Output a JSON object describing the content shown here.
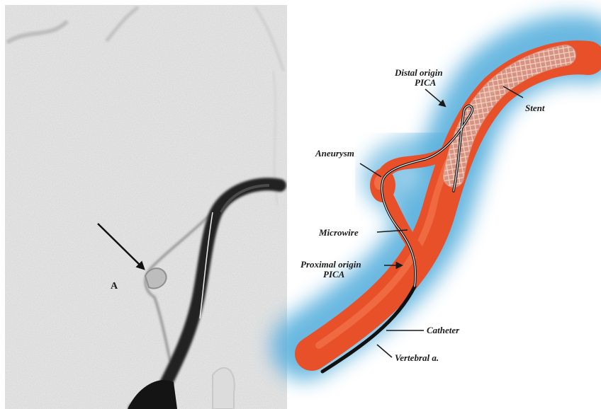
{
  "panel_a": {
    "letter": "A"
  },
  "illustration": {
    "labels": {
      "distal_line1": "Distal origin",
      "distal_line2": "PICA",
      "stent": "Stent",
      "aneurysm": "Aneurysm",
      "microwire": "Microwire",
      "proximal_line1": "Proximal origin",
      "proximal_line2": "PICA",
      "catheter": "Catheter",
      "vertebral": "Vertebral a."
    }
  },
  "colors": {
    "vessel": "#e8502a",
    "vessel_highlight": "#f47a52",
    "halo": "#4aa6d6",
    "wire": "#1a1a1a",
    "angio_bg": "#e9e9e9",
    "angio_vessel": "#1e1e1e"
  }
}
